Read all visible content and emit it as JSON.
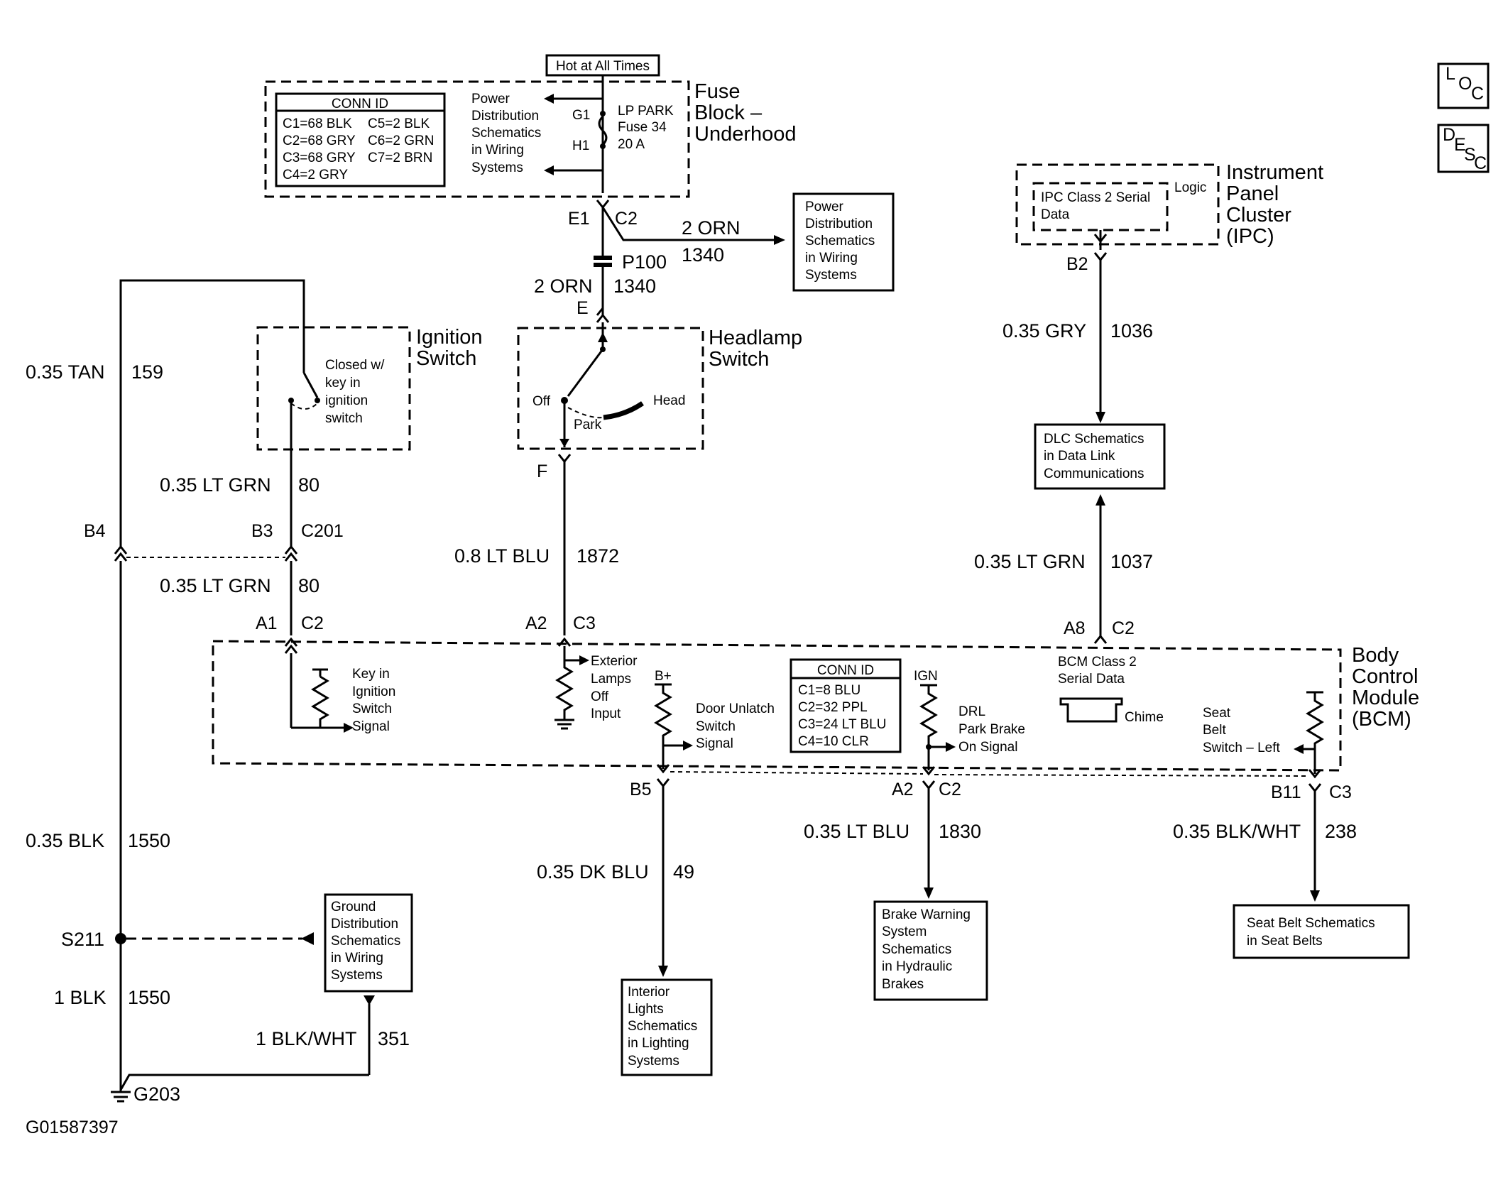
{
  "hot_label": "Hot at All Times",
  "fuse_block": {
    "title": [
      "Fuse",
      "Block –",
      "Underhood"
    ],
    "conn_id_title": "CONN ID",
    "conn_id": [
      "C1=68 BLK",
      "C5=2 BLK",
      "C2=68 GRY",
      "C6=2 GRN",
      "C3=68 GRY",
      "C7=2 BRN",
      "C4=2 GRY"
    ],
    "power_dist": [
      "Power",
      "Distribution",
      "Schematics",
      "in Wiring",
      "Systems"
    ],
    "terminals": [
      "G1",
      "H1"
    ],
    "fuse": [
      "LP PARK",
      "Fuse 34",
      "20 A"
    ]
  },
  "wires": {
    "e1": "E1",
    "c2_top": "C2",
    "orn_right": "2 ORN",
    "orn_right_num": "1340",
    "p100": "P100",
    "orn_down": "2 ORN",
    "orn_down_num": "1340",
    "e": "E",
    "f": "F",
    "tan": "0.35 TAN",
    "tan_num": "159",
    "ltgrn1": "0.35 LT GRN",
    "ltgrn1_num": "80",
    "b4": "B4",
    "b3": "B3",
    "c201": "C201",
    "ltgrn2": "0.35 LT GRN",
    "ltgrn2_num": "80",
    "ltblu": "0.8 LT BLU",
    "ltblu_num": "1872",
    "a1": "A1",
    "c2_a1": "C2",
    "a2": "A2",
    "c3": "C3",
    "a8": "A8",
    "c2_a8": "C2",
    "gry": "0.35 GRY",
    "gry_num": "1036",
    "ltgrn3": "0.35 LT GRN",
    "ltgrn3_num": "1037",
    "b2": "B2",
    "b5": "B5",
    "a2_bot": "A2",
    "c2_bot": "C2",
    "b11": "B11",
    "c3_bot": "C3",
    "blk1": "0.35 BLK",
    "blk1_num": "1550",
    "s211": "S211",
    "blk2": "1 BLK",
    "blk2_num": "1550",
    "blkwht": "1 BLK/WHT",
    "blkwht_num": "351",
    "g203": "G203",
    "dkblu": "0.35 DK BLU",
    "dkblu_num": "49",
    "ltblu2": "0.35 LT BLU",
    "ltblu2_num": "1830",
    "blkwht2": "0.35 BLK/WHT",
    "blkwht2_num": "238"
  },
  "power_dist_box": [
    "Power",
    "Distribution",
    "Schematics",
    "in Wiring",
    "Systems"
  ],
  "ignition": {
    "title": [
      "Ignition",
      "Switch"
    ],
    "note": [
      "Closed w/",
      "key in",
      "ignition",
      "switch"
    ]
  },
  "headlamp": {
    "title": [
      "Headlamp",
      "Switch"
    ],
    "off": "Off",
    "park": "Park",
    "head": "Head"
  },
  "ipc": {
    "title": [
      "Instrument",
      "Panel",
      "Cluster",
      "(IPC)"
    ],
    "inner": [
      "IPC Class 2 Serial",
      "Data"
    ],
    "logic": "Logic"
  },
  "dlc_box": [
    "DLC Schematics",
    "in Data Link",
    "Communications"
  ],
  "bcm": {
    "title": [
      "Body",
      "Control",
      "Module",
      "(BCM)"
    ],
    "key_signal": [
      "Key in",
      "Ignition",
      "Switch",
      "Signal"
    ],
    "ext_lamps": [
      "Exterior",
      "Lamps",
      "Off",
      "Input"
    ],
    "bplus": "B+",
    "door": [
      "Door Unlatch",
      "Switch",
      "Signal"
    ],
    "conn_id_title": "CONN ID",
    "conn_id": [
      "C1=8 BLU",
      "C2=32 PPL",
      "C3=24 LT BLU",
      "C4=10 CLR"
    ],
    "ign": "IGN",
    "drl": [
      "DRL",
      "Park Brake",
      "On Signal"
    ],
    "serial": [
      "BCM Class 2",
      "Serial Data"
    ],
    "chime": "Chime",
    "seat": [
      "Seat",
      "Belt",
      "Switch – Left"
    ]
  },
  "ground_box": [
    "Ground",
    "Distribution",
    "Schematics",
    "in Wiring",
    "Systems"
  ],
  "interior_box": [
    "Interior",
    "Lights",
    "Schematics",
    "in Lighting",
    "Systems"
  ],
  "brake_box": [
    "Brake Warning",
    "System",
    "Schematics",
    "in Hydraulic",
    "Brakes"
  ],
  "seat_box": [
    "Seat Belt Schematics",
    "in Seat Belts"
  ],
  "side_icons": {
    "loc": [
      "L",
      "O",
      "C"
    ],
    "desc": [
      "D",
      "E",
      "S",
      "C"
    ]
  },
  "figure_id": "G01587397"
}
